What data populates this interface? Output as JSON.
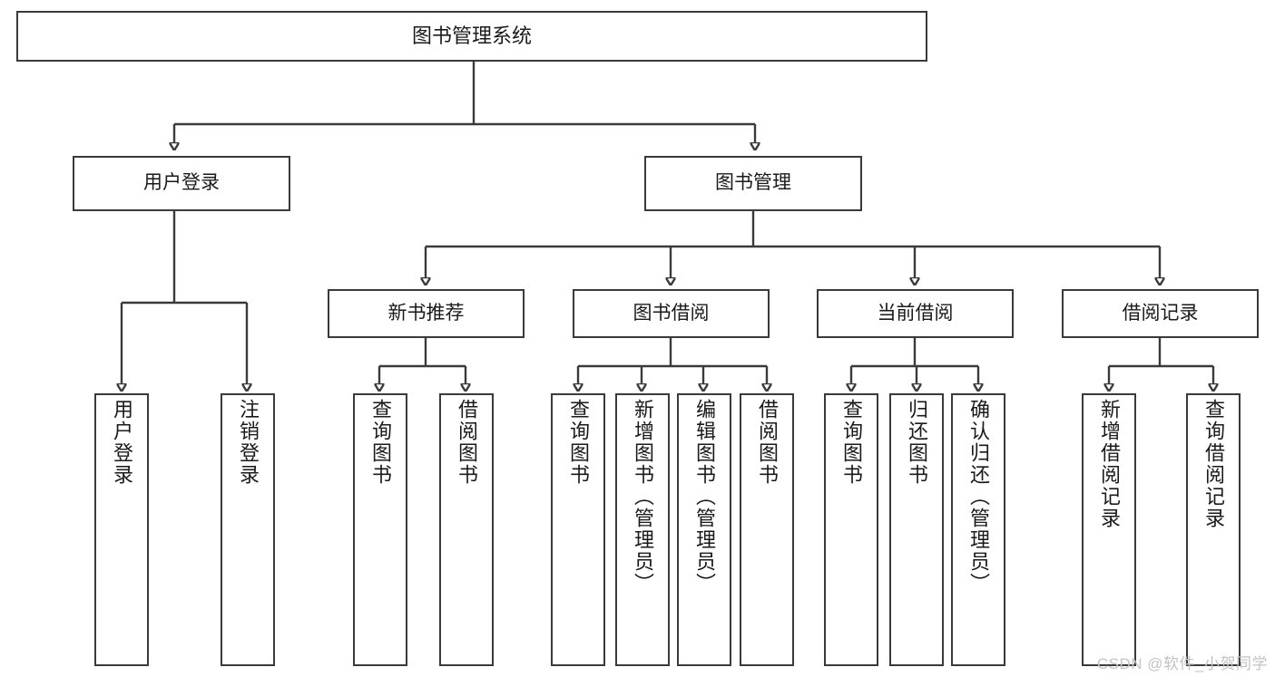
{
  "diagram": {
    "title": "图书管理系统",
    "type": "tree",
    "watermark": "CSDN @软件_小贺同学",
    "colors": {
      "stroke": "#3a3a3a",
      "fill": "#ffffff",
      "text": "#1a1a1a",
      "watermark": "#c3c3c3"
    },
    "levels": {
      "root": {
        "label": "图书管理系统"
      },
      "level2": [
        {
          "id": "user-login",
          "label": "用户登录"
        },
        {
          "id": "book-management",
          "label": "图书管理"
        }
      ],
      "level3": [
        {
          "id": "new-book-recommend",
          "label": "新书推荐"
        },
        {
          "id": "book-borrow",
          "label": "图书借阅"
        },
        {
          "id": "current-borrow",
          "label": "当前借阅"
        },
        {
          "id": "borrow-record",
          "label": "借阅记录"
        }
      ],
      "leaves": {
        "user-login": [
          {
            "id": "leaf-user-login",
            "label": "用户登录"
          },
          {
            "id": "leaf-user-logout",
            "label": "注销登录"
          }
        ],
        "new-book-recommend": [
          {
            "id": "leaf-query-book-1",
            "label": "查询图书"
          },
          {
            "id": "leaf-borrow-book-1",
            "label": "借阅图书"
          }
        ],
        "book-borrow": [
          {
            "id": "leaf-query-book-2",
            "label": "查询图书"
          },
          {
            "id": "leaf-add-book",
            "label": "新增图书（管理员）"
          },
          {
            "id": "leaf-edit-book",
            "label": "编辑图书（管理员）"
          },
          {
            "id": "leaf-borrow-book-2",
            "label": "借阅图书"
          }
        ],
        "current-borrow": [
          {
            "id": "leaf-query-book-3",
            "label": "查询图书"
          },
          {
            "id": "leaf-return-book",
            "label": "归还图书"
          },
          {
            "id": "leaf-confirm-return",
            "label": "确认归还（管理员）"
          }
        ],
        "borrow-record": [
          {
            "id": "leaf-add-record",
            "label": "新增借阅记录"
          },
          {
            "id": "leaf-query-record",
            "label": "查询借阅记录"
          }
        ]
      }
    }
  }
}
